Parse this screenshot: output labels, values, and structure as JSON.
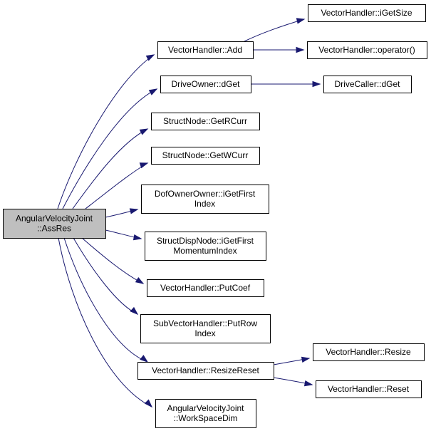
{
  "diagram": {
    "root": {
      "id": "root",
      "lines": [
        "AngularVelocityJoint",
        "::AssRes"
      ]
    },
    "callees": [
      {
        "id": "vh-add",
        "lines": [
          "VectorHandler::Add"
        ]
      },
      {
        "id": "vh-igetsize",
        "lines": [
          "VectorHandler::iGetSize"
        ]
      },
      {
        "id": "vh-operator",
        "lines": [
          "VectorHandler::operator()"
        ]
      },
      {
        "id": "do-dget",
        "lines": [
          "DriveOwner::dGet"
        ]
      },
      {
        "id": "dc-dget",
        "lines": [
          "DriveCaller::dGet"
        ]
      },
      {
        "id": "sn-getrcurr",
        "lines": [
          "StructNode::GetRCurr"
        ]
      },
      {
        "id": "sn-getwcurr",
        "lines": [
          "StructNode::GetWCurr"
        ]
      },
      {
        "id": "doo-igetfirstindex",
        "lines": [
          "DofOwnerOwner::iGetFirst",
          "Index"
        ]
      },
      {
        "id": "sdn-igetfirstmomentumindex",
        "lines": [
          "StructDispNode::iGetFirst",
          "MomentumIndex"
        ]
      },
      {
        "id": "vh-putcoef",
        "lines": [
          "VectorHandler::PutCoef"
        ]
      },
      {
        "id": "svh-putrowindex",
        "lines": [
          "SubVectorHandler::PutRow",
          "Index"
        ]
      },
      {
        "id": "vh-resizereset",
        "lines": [
          "VectorHandler::ResizeReset"
        ]
      },
      {
        "id": "vh-resize",
        "lines": [
          "VectorHandler::Resize"
        ]
      },
      {
        "id": "vh-reset",
        "lines": [
          "VectorHandler::Reset"
        ]
      },
      {
        "id": "avj-workspacedim",
        "lines": [
          "AngularVelocityJoint",
          "::WorkSpaceDim"
        ]
      }
    ],
    "edges": [
      [
        "root",
        "vh-add"
      ],
      [
        "root",
        "do-dget"
      ],
      [
        "root",
        "sn-getrcurr"
      ],
      [
        "root",
        "sn-getwcurr"
      ],
      [
        "root",
        "doo-igetfirstindex"
      ],
      [
        "root",
        "sdn-igetfirstmomentumindex"
      ],
      [
        "root",
        "vh-putcoef"
      ],
      [
        "root",
        "svh-putrowindex"
      ],
      [
        "root",
        "vh-resizereset"
      ],
      [
        "root",
        "avj-workspacedim"
      ],
      [
        "vh-add",
        "vh-igetsize"
      ],
      [
        "vh-add",
        "vh-operator"
      ],
      [
        "do-dget",
        "dc-dget"
      ],
      [
        "vh-resizereset",
        "vh-resize"
      ],
      [
        "vh-resizereset",
        "vh-reset"
      ]
    ],
    "colors": {
      "edge": "#191970",
      "root_fill": "#bfbfbf",
      "node_fill": "#ffffff",
      "border": "#000000"
    }
  }
}
